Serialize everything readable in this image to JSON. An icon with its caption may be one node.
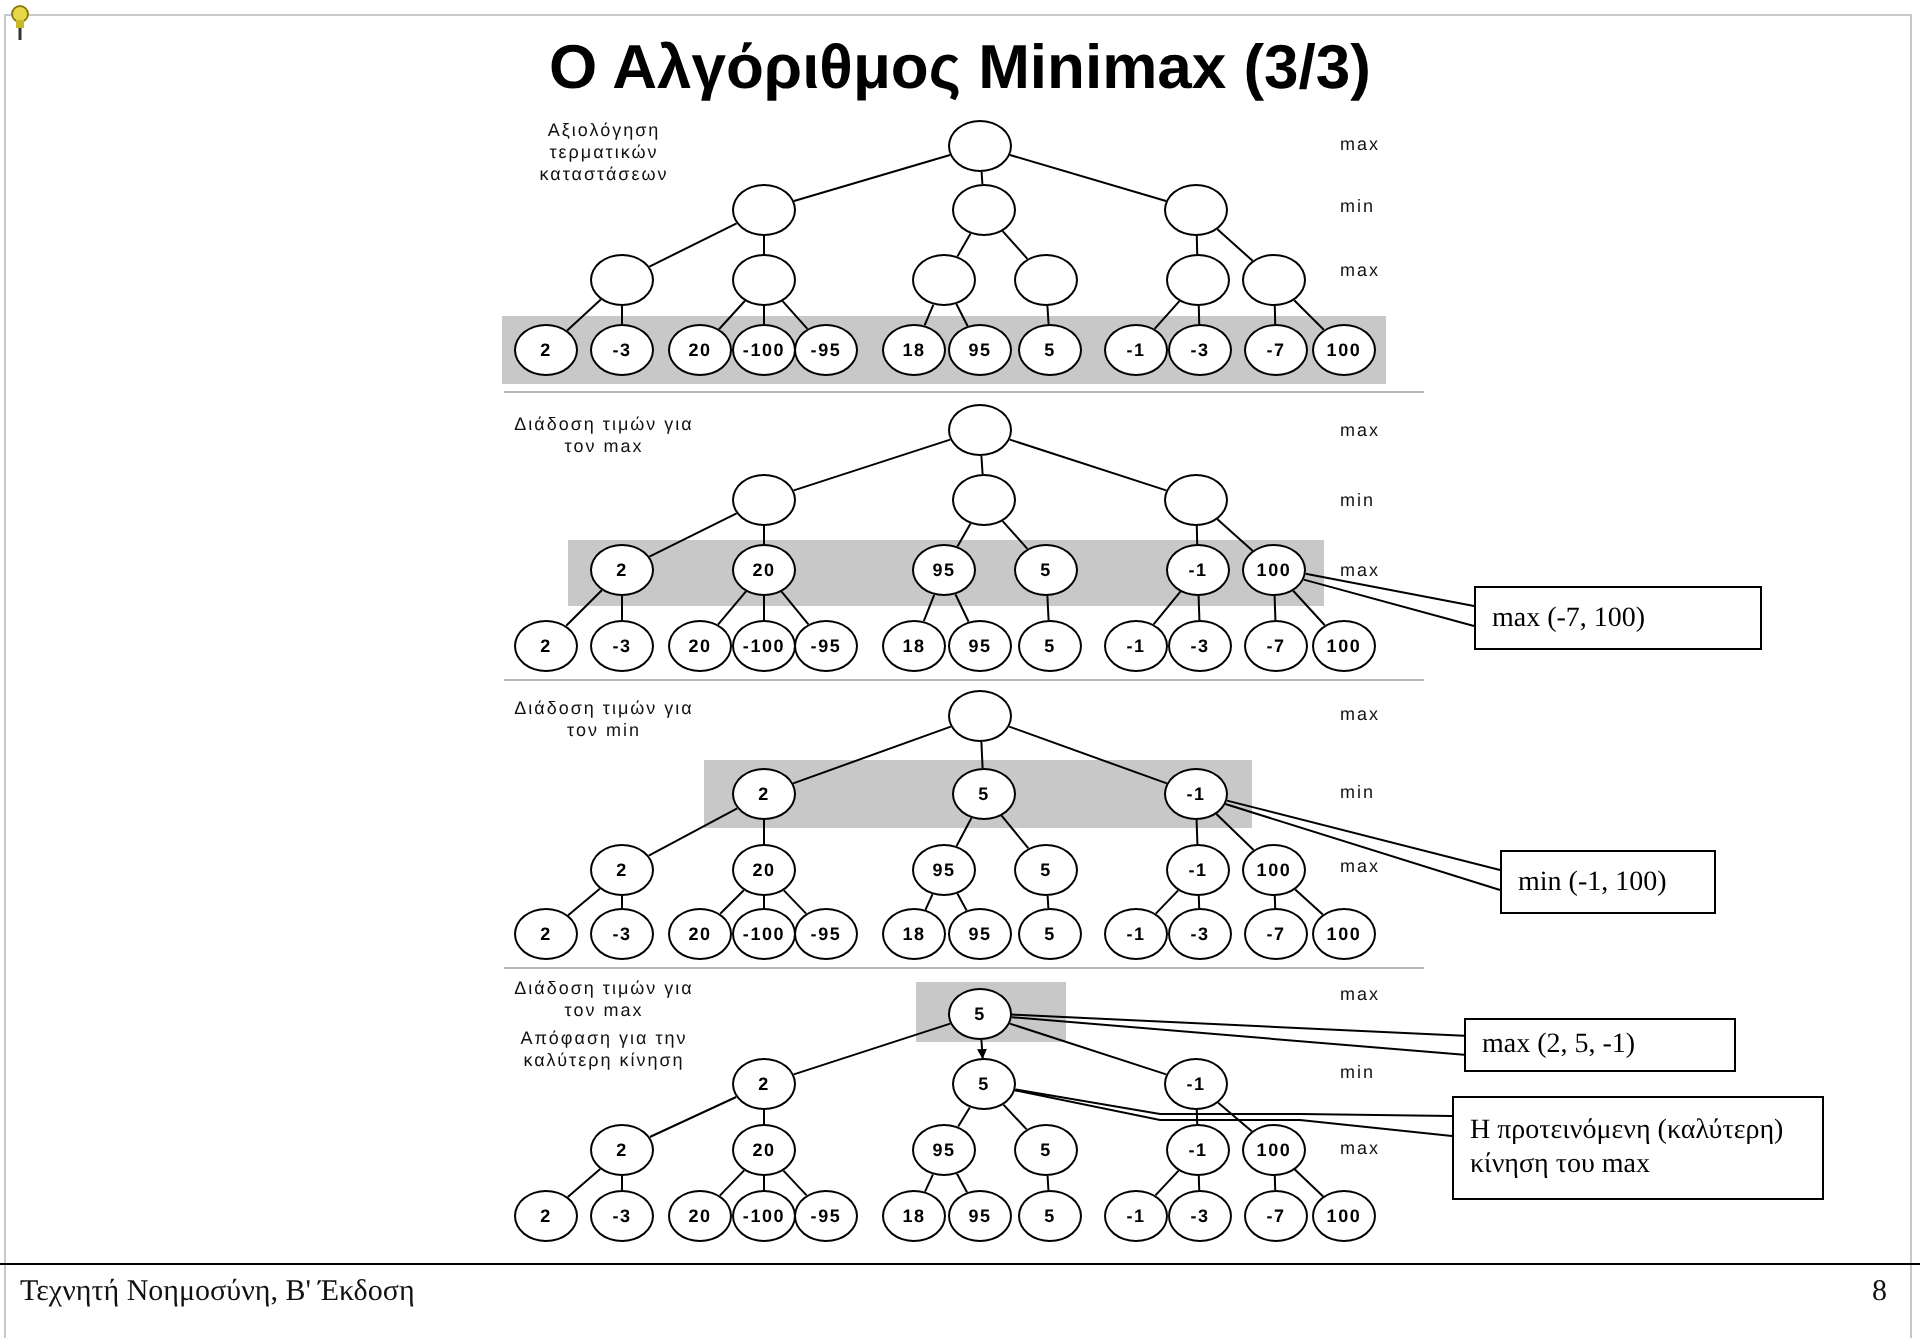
{
  "diagram": {
    "title": "Ο Αλγόριθμος Minimax (3/3)",
    "nodes": [
      {
        "text": [],
        "shape": "circle"
      },
      {
        "text": [],
        "shape": "circle"
      },
      {
        "text": [],
        "shape": "circle"
      },
      {
        "text": [],
        "shape": "circle"
      },
      {
        "text": [],
        "shape": "circle"
      },
      {
        "text": [],
        "shape": "circle"
      },
      {
        "text": [],
        "shape": "circle"
      },
      {
        "text": [],
        "shape": "circle"
      },
      {
        "text": [],
        "shape": "circle"
      },
      {
        "text": [],
        "shape": "circle"
      },
      {
        "text": [
          "2"
        ]
      },
      {
        "text": [
          "-3"
        ]
      },
      {
        "text": [
          "20"
        ]
      },
      {
        "text": [
          "-100"
        ]
      },
      {
        "text": [
          "-95"
        ]
      },
      {
        "text": [
          "18"
        ]
      },
      {
        "text": [
          "95"
        ]
      },
      {
        "text": [
          "5"
        ]
      },
      {
        "text": [
          "-1"
        ]
      },
      {
        "text": [
          "-3"
        ]
      },
      {
        "text": [
          "-7"
        ]
      },
      {
        "text": [
          "100"
        ]
      },
      {
        "text": [],
        "shape": "circle"
      },
      {
        "text": [],
        "shape": "circle"
      },
      {
        "text": [],
        "shape": "circle"
      },
      {
        "text": [],
        "shape": "circle"
      },
      {
        "text": [
          "2"
        ]
      },
      {
        "text": [
          "20"
        ]
      },
      {
        "text": [
          "95"
        ]
      },
      {
        "text": [
          "5"
        ]
      },
      {
        "text": [
          "-1"
        ]
      },
      {
        "text": [
          "100"
        ]
      },
      {
        "text": [
          "2"
        ]
      },
      {
        "text": [
          "-3"
        ]
      },
      {
        "text": [
          "20"
        ]
      },
      {
        "text": [
          "-100"
        ]
      },
      {
        "text": [
          "-95"
        ]
      },
      {
        "text": [
          "18"
        ]
      },
      {
        "text": [
          "95"
        ]
      },
      {
        "text": [
          "5"
        ]
      },
      {
        "text": [
          "-1"
        ]
      },
      {
        "text": [
          "-3"
        ]
      },
      {
        "text": [
          "-7"
        ]
      },
      {
        "text": [
          "100"
        ]
      },
      {
        "text": [],
        "shape": "circle"
      },
      {
        "text": [
          "2"
        ]
      },
      {
        "text": [
          "5"
        ]
      },
      {
        "text": [
          "-1"
        ]
      },
      {
        "text": [
          "2"
        ]
      },
      {
        "text": [
          "20"
        ]
      },
      {
        "text": [
          "95"
        ]
      },
      {
        "text": [
          "5"
        ]
      },
      {
        "text": [
          "-1"
        ]
      },
      {
        "text": [
          "100"
        ]
      },
      {
        "text": [
          "2"
        ]
      },
      {
        "text": [
          "-3"
        ]
      },
      {
        "text": [
          "20"
        ]
      },
      {
        "text": [
          "-100"
        ]
      },
      {
        "text": [
          "-95"
        ]
      },
      {
        "text": [
          "18"
        ]
      },
      {
        "text": [
          "95"
        ]
      },
      {
        "text": [
          "5"
        ]
      },
      {
        "text": [
          "-1"
        ]
      },
      {
        "text": [
          "-3"
        ]
      },
      {
        "text": [
          "-7"
        ]
      },
      {
        "text": [
          "100"
        ]
      },
      {
        "text": [
          "5"
        ]
      },
      {
        "text": [
          "2"
        ]
      },
      {
        "text": [
          "5"
        ]
      },
      {
        "text": [
          "-1"
        ]
      },
      {
        "text": [
          "2"
        ]
      },
      {
        "text": [
          "20"
        ]
      },
      {
        "text": [
          "95"
        ]
      },
      {
        "text": [
          "5"
        ]
      },
      {
        "text": [
          "-1"
        ]
      },
      {
        "text": [
          "100"
        ]
      },
      {
        "text": [
          "2"
        ]
      },
      {
        "text": [
          "-3"
        ]
      },
      {
        "text": [
          "20"
        ]
      },
      {
        "text": [
          "-100"
        ]
      },
      {
        "text": [
          "-95"
        ]
      },
      {
        "text": [
          "18"
        ]
      },
      {
        "text": [
          "95"
        ]
      },
      {
        "text": [
          "5"
        ]
      },
      {
        "text": [
          "-1"
        ]
      },
      {
        "text": [
          "-3"
        ]
      },
      {
        "text": [
          "-7"
        ]
      },
      {
        "text": [
          "100"
        ]
      },
      {
        "text": [
          "max (-7, 100)"
        ]
      },
      {
        "text": [
          "min (-1, 100)"
        ]
      },
      {
        "text": [
          "max (2, 5, -1)"
        ]
      },
      {
        "text": [
          "Η προτεινόμενη (καλύτερη) κίνηση του max"
        ]
      }
    ],
    "edges": [
      {
        "from": 0,
        "to": 1,
        "arrow": "none"
      },
      {
        "from": 0,
        "to": 2,
        "arrow": "none"
      },
      {
        "from": 0,
        "to": 3,
        "arrow": "none"
      },
      {
        "from": 1,
        "to": 4,
        "arrow": "none"
      },
      {
        "from": 1,
        "to": 5,
        "arrow": "none"
      },
      {
        "from": 2,
        "to": 6,
        "arrow": "none"
      },
      {
        "from": 2,
        "to": 7,
        "arrow": "none"
      },
      {
        "from": 3,
        "to": 8,
        "arrow": "none"
      },
      {
        "from": 3,
        "to": 9,
        "arrow": "none"
      },
      {
        "from": 4,
        "to": 10,
        "arrow": "none"
      },
      {
        "from": 4,
        "to": 11,
        "arrow": "none"
      },
      {
        "from": 5,
        "to": 12,
        "arrow": "none"
      },
      {
        "from": 5,
        "to": 13,
        "arrow": "none"
      },
      {
        "from": 5,
        "to": 14,
        "arrow": "none"
      },
      {
        "from": 6,
        "to": 15,
        "arrow": "none"
      },
      {
        "from": 6,
        "to": 16,
        "arrow": "none"
      },
      {
        "from": 7,
        "to": 17,
        "arrow": "none"
      },
      {
        "from": 8,
        "to": 18,
        "arrow": "none"
      },
      {
        "from": 8,
        "to": 19,
        "arrow": "none"
      },
      {
        "from": 9,
        "to": 20,
        "arrow": "none"
      },
      {
        "from": 9,
        "to": 21,
        "arrow": "none"
      },
      {
        "from": 22,
        "to": 23,
        "arrow": "none"
      },
      {
        "from": 22,
        "to": 24,
        "arrow": "none"
      },
      {
        "from": 22,
        "to": 25,
        "arrow": "none"
      },
      {
        "from": 23,
        "to": 26,
        "arrow": "none"
      },
      {
        "from": 23,
        "to": 27,
        "arrow": "none"
      },
      {
        "from": 24,
        "to": 28,
        "arrow": "none"
      },
      {
        "from": 24,
        "to": 29,
        "arrow": "none"
      },
      {
        "from": 25,
        "to": 30,
        "arrow": "none"
      },
      {
        "from": 25,
        "to": 31,
        "arrow": "none"
      },
      {
        "from": 26,
        "to": 32,
        "arrow": "none"
      },
      {
        "from": 26,
        "to": 33,
        "arrow": "none"
      },
      {
        "from": 27,
        "to": 34,
        "arrow": "none"
      },
      {
        "from": 27,
        "to": 35,
        "arrow": "none"
      },
      {
        "from": 27,
        "to": 36,
        "arrow": "none"
      },
      {
        "from": 28,
        "to": 37,
        "arrow": "none"
      },
      {
        "from": 28,
        "to": 38,
        "arrow": "none"
      },
      {
        "from": 29,
        "to": 39,
        "arrow": "none"
      },
      {
        "from": 30,
        "to": 40,
        "arrow": "none"
      },
      {
        "from": 30,
        "to": 41,
        "arrow": "none"
      },
      {
        "from": 31,
        "to": 42,
        "arrow": "none"
      },
      {
        "from": 31,
        "to": 43,
        "arrow": "none"
      },
      {
        "from": 44,
        "to": 45,
        "arrow": "none"
      },
      {
        "from": 44,
        "to": 46,
        "arrow": "none"
      },
      {
        "from": 44,
        "to": 47,
        "arrow": "none"
      },
      {
        "from": 45,
        "to": 48,
        "arrow": "none"
      },
      {
        "from": 45,
        "to": 49,
        "arrow": "none"
      },
      {
        "from": 46,
        "to": 50,
        "arrow": "none"
      },
      {
        "from": 46,
        "to": 51,
        "arrow": "none"
      },
      {
        "from": 47,
        "to": 52,
        "arrow": "none"
      },
      {
        "from": 47,
        "to": 53,
        "arrow": "none"
      },
      {
        "from": 48,
        "to": 54,
        "arrow": "none"
      },
      {
        "from": 48,
        "to": 55,
        "arrow": "none"
      },
      {
        "from": 49,
        "to": 56,
        "arrow": "none"
      },
      {
        "from": 49,
        "to": 57,
        "arrow": "none"
      },
      {
        "from": 49,
        "to": 58,
        "arrow": "none"
      },
      {
        "from": 50,
        "to": 59,
        "arrow": "none"
      },
      {
        "from": 50,
        "to": 60,
        "arrow": "none"
      },
      {
        "from": 51,
        "to": 61,
        "arrow": "none"
      },
      {
        "from": 52,
        "to": 62,
        "arrow": "none"
      },
      {
        "from": 52,
        "to": 63,
        "arrow": "none"
      },
      {
        "from": 53,
        "to": 64,
        "arrow": "none"
      },
      {
        "from": 53,
        "to": 65,
        "arrow": "none"
      },
      {
        "from": 66,
        "to": 67,
        "arrow": "none"
      },
      {
        "from": 66,
        "to": 68,
        "arrow": "to"
      },
      {
        "from": 66,
        "to": 69,
        "arrow": "none"
      },
      {
        "from": 67,
        "to": 70,
        "arrow": "none"
      },
      {
        "from": 67,
        "to": 71,
        "arrow": "none"
      },
      {
        "from": 68,
        "to": 72,
        "arrow": "none"
      },
      {
        "from": 68,
        "to": 73,
        "arrow": "none"
      },
      {
        "from": 69,
        "to": 74,
        "arrow": "none"
      },
      {
        "from": 69,
        "to": 75,
        "arrow": "none"
      },
      {
        "from": 70,
        "to": 76,
        "arrow": "none"
      },
      {
        "from": 70,
        "to": 77,
        "arrow": "none"
      },
      {
        "from": 71,
        "to": 78,
        "arrow": "none"
      },
      {
        "from": 71,
        "to": 79,
        "arrow": "none"
      },
      {
        "from": 71,
        "to": 80,
        "arrow": "none"
      },
      {
        "from": 72,
        "to": 81,
        "arrow": "none"
      },
      {
        "from": 72,
        "to": 82,
        "arrow": "none"
      },
      {
        "from": 73,
        "to": 83,
        "arrow": "none"
      },
      {
        "from": 74,
        "to": 84,
        "arrow": "none"
      },
      {
        "from": 74,
        "to": 85,
        "arrow": "none"
      },
      {
        "from": 75,
        "to": 86,
        "arrow": "none"
      },
      {
        "from": 75,
        "to": 87,
        "arrow": "none"
      },
      {
        "from": 88,
        "to": 31,
        "arrow": "none"
      },
      {
        "from": 89,
        "to": 47,
        "arrow": "none"
      },
      {
        "from": 90,
        "to": 66,
        "arrow": "none"
      },
      {
        "from": 91,
        "to": 68,
        "arrow": "none"
      }
    ],
    "labels": [
      "Αξιολόγηση τερματικών καταστάσεων",
      "max",
      "min",
      "max",
      "Διάδοση τιμών για τον max",
      "max",
      "min",
      "max",
      "Διάδοση τιμών για τον min",
      "max",
      "min",
      "max",
      "Διάδοση τιμών για τον max",
      "Απόφαση για την καλύτερη κίνηση",
      "max",
      "min",
      "max",
      "Τεχνητή Νοημοσύνη, Β' Έκδοση",
      "8"
    ]
  }
}
